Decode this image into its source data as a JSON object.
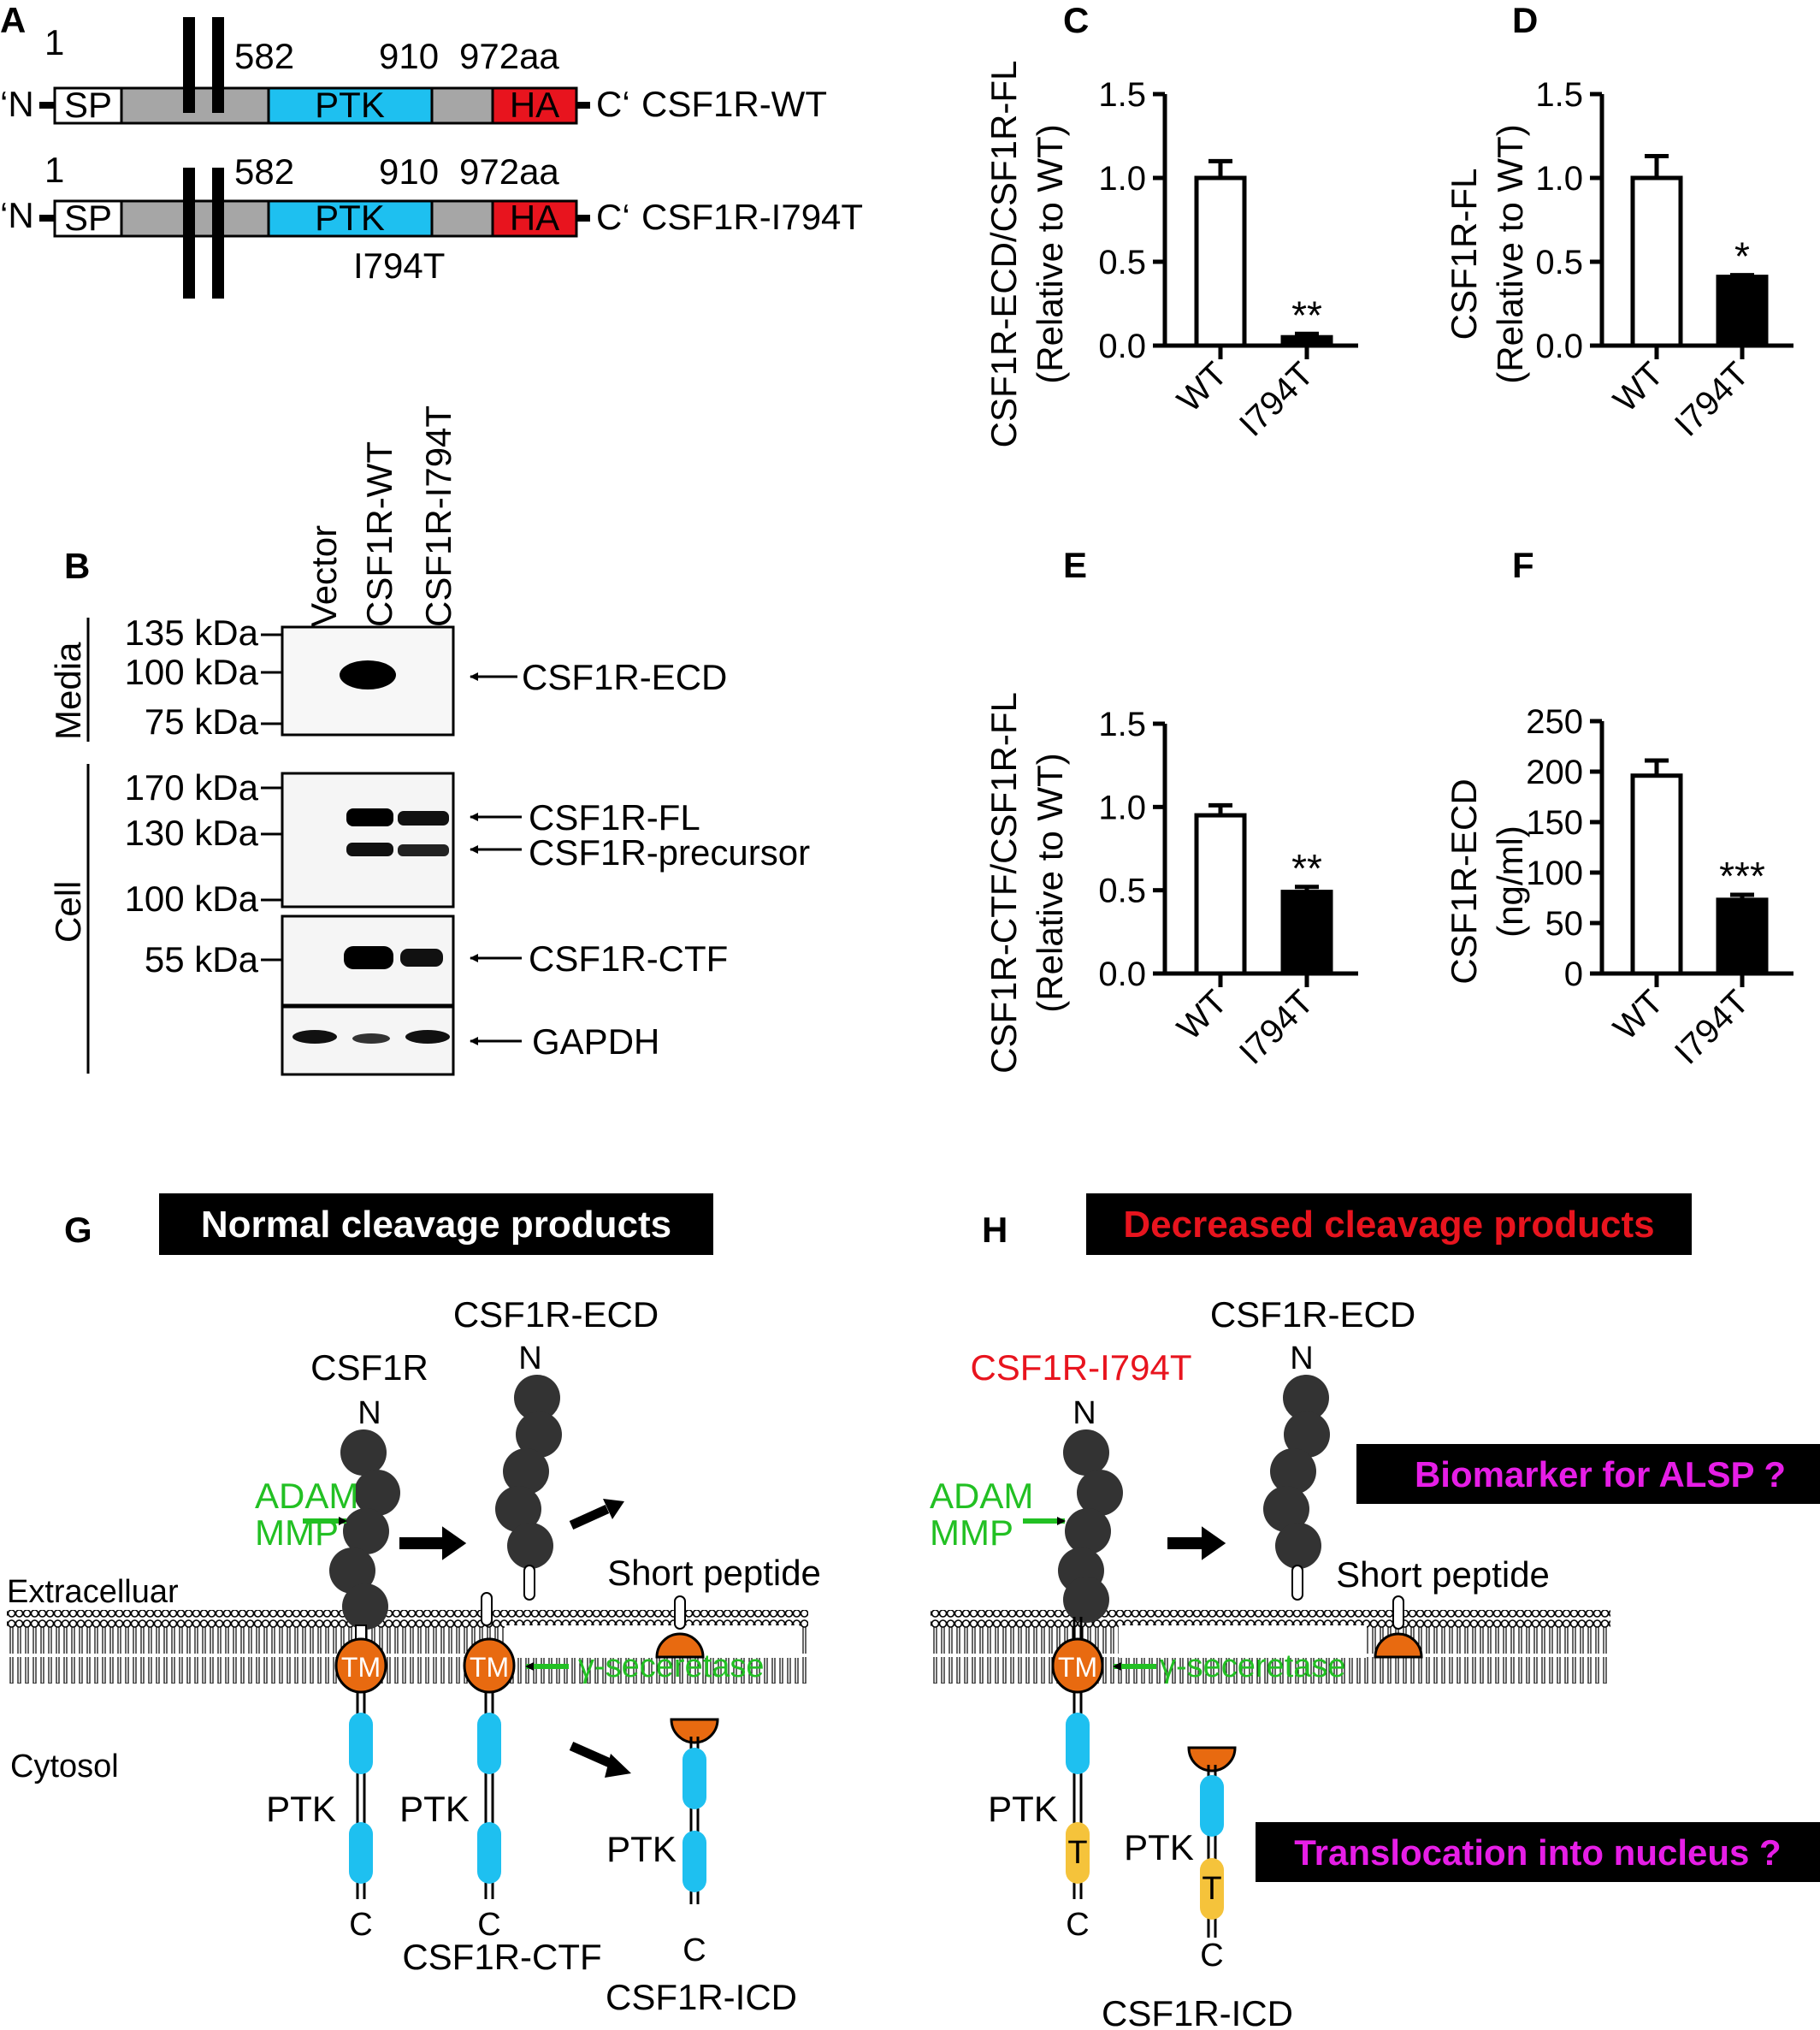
{
  "panels": {
    "A": "A",
    "B": "B",
    "C": "C",
    "D": "D",
    "E": "E",
    "F": "F",
    "G": "G",
    "H": "H"
  },
  "schematic": {
    "n_term": "‘N",
    "c_term": "C‘",
    "pos_start": "1",
    "pos_582": "582",
    "pos_910": "910",
    "pos_972": "972aa",
    "domain_sp": "SP",
    "domain_ptk": "PTK",
    "domain_ha": "HA",
    "construct_wt": "CSF1R-WT",
    "construct_mut": "CSF1R-I794T",
    "mutation": "I794T",
    "colors": {
      "ptk": "#1ec0f0",
      "ha": "#e8141e",
      "body": "#a6a6a6"
    }
  },
  "western": {
    "lanes": [
      "Vector",
      "CSF1R-WT",
      "CSF1R-I794T"
    ],
    "groups": {
      "media": "Media",
      "cell": "Cell"
    },
    "media_markers": [
      "135 kDa",
      "100 kDa",
      "75 kDa"
    ],
    "cell_markers": [
      "170 kDa",
      "130 kDa",
      "100 kDa"
    ],
    "ctf_marker": "55 kDa",
    "bands": {
      "ecd": "CSF1R-ECD",
      "fl": "CSF1R-FL",
      "precursor": "CSF1R-precursor",
      "ctf": "CSF1R-CTF",
      "gapdh": "GAPDH"
    }
  },
  "chart_data": [
    {
      "panel": "C",
      "type": "bar",
      "categories": [
        "WT",
        "I794T"
      ],
      "values": [
        1.0,
        0.05
      ],
      "errors": [
        0.1,
        0.02
      ],
      "significance": [
        "",
        "**"
      ],
      "ylabel_line1": "CSF1R-ECD/CSF1R-FL",
      "ylabel_line2": "(Relative to WT)",
      "ylim": [
        0,
        1.5
      ],
      "yticks": [
        "0.0",
        "0.5",
        "1.0",
        "1.5"
      ],
      "fills": [
        "#ffffff",
        "#000000"
      ]
    },
    {
      "panel": "D",
      "type": "bar",
      "categories": [
        "WT",
        "I794T"
      ],
      "values": [
        1.0,
        0.41
      ],
      "errors": [
        0.13,
        0.01
      ],
      "significance": [
        "",
        "*"
      ],
      "ylabel_line1": "CSF1R-FL",
      "ylabel_line2": "(Relative to WT)",
      "ylim": [
        0,
        1.5
      ],
      "yticks": [
        "0.0",
        "0.5",
        "1.0",
        "1.5"
      ],
      "fills": [
        "#ffffff",
        "#000000"
      ]
    },
    {
      "panel": "E",
      "type": "bar",
      "categories": [
        "WT",
        "I794T"
      ],
      "values": [
        0.95,
        0.49
      ],
      "errors": [
        0.06,
        0.03
      ],
      "significance": [
        "",
        "**"
      ],
      "ylabel_line1": "CSF1R-CTF/CSF1R-FL",
      "ylabel_line2": "(Relative to WT)",
      "ylim": [
        0,
        1.5
      ],
      "yticks": [
        "0.0",
        "0.5",
        "1.0",
        "1.5"
      ],
      "fills": [
        "#ffffff",
        "#000000"
      ]
    },
    {
      "panel": "F",
      "type": "bar",
      "categories": [
        "WT",
        "I794T"
      ],
      "values": [
        196,
        73
      ],
      "errors": [
        15,
        5
      ],
      "significance": [
        "",
        "***"
      ],
      "ylabel_line1": "CSF1R-ECD",
      "ylabel_line2": "(ng/ml)",
      "ylim": [
        0,
        250
      ],
      "yticks": [
        "0",
        "50",
        "100",
        "150",
        "200",
        "250"
      ],
      "fills": [
        "#ffffff",
        "#000000"
      ]
    }
  ],
  "model_normal": {
    "title": "Normal cleavage products",
    "receptor": "CSF1R",
    "n": "N",
    "c": "C",
    "ecd": "CSF1R-ECD",
    "short_peptide": "Short peptide",
    "protease1": "ADAM",
    "protease2": "MMP",
    "extracellular": "Extracelluar",
    "cytosol": "Cytosol",
    "tm": "TM",
    "gamma": "γ-seceretase",
    "ptk": "PTK",
    "ctf": "CSF1R-CTF",
    "icd": "CSF1R-ICD"
  },
  "model_decreased": {
    "title": "Decreased cleavage products",
    "receptor": "CSF1R-I794T",
    "n": "N",
    "c": "C",
    "t": "T",
    "ecd": "CSF1R-ECD",
    "short_peptide": "Short peptide",
    "protease1": "ADAM",
    "protease2": "MMP",
    "tm": "TM",
    "gamma": "γ-seceretase",
    "ptk": "PTK",
    "icd": "CSF1R-ICD",
    "question1": "Biomarker for ALSP ?",
    "question2": "Translocation into nucleus ?"
  }
}
